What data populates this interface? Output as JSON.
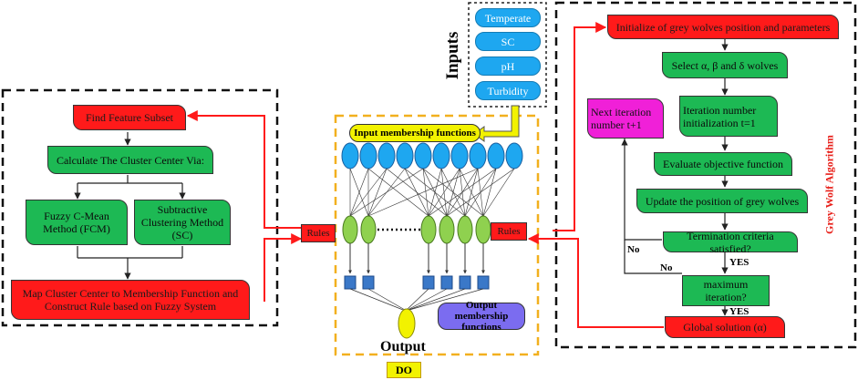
{
  "left_panel": {
    "find_feature_subset": "Find Feature Subset",
    "calculate_cluster_center": "Calculate The Cluster Center Via:",
    "fcm_method": "Fuzzy C-Mean Method (FCM)",
    "sc_method": "Subtractive Clustering Method (SC)",
    "map_cluster_center": "Map Cluster Center to Membership Function and Construct Rule based on Fuzzy System"
  },
  "rules_left": "Rules",
  "rules_right": "Rules",
  "inputs": {
    "title": "Inputs",
    "items": [
      "Temperate",
      "SC",
      "pH",
      "Turbidity"
    ]
  },
  "center_panel": {
    "input_membership": "Input membership functions",
    "output_membership": "Output membership functions",
    "output_title": "Output",
    "output_value": "DO"
  },
  "right_panel": {
    "title": "Grey Wolf Algorithm",
    "initialize": "Initialize of grey wolves position and parameters",
    "select_wolves": "Select α, β and δ wolves",
    "iteration_init": "Iteration number initialization t=1",
    "next_iteration": "Next iteration number t+1",
    "evaluate": "Evaluate objective function",
    "update_position": "Update the position of grey wolves",
    "termination": "Termination criteria satisfied?",
    "max_iteration": "maximum iteration?",
    "global_solution": "Global solution (α)",
    "no_label_1": "No",
    "no_label_2": "No",
    "yes_label_1": "YES",
    "yes_label_2": "YES"
  },
  "colors": {
    "red": "#ff1a1a",
    "green": "#1db954",
    "blue": "#1ea7f0",
    "yellow": "#f2f200",
    "magenta": "#f020d8",
    "violet": "#7b6cf0",
    "lime": "#8fd14f",
    "node_blue": "#3a78c8",
    "grey_wolf_title": "#e8201a",
    "dashed_orange": "#f2b01e"
  }
}
